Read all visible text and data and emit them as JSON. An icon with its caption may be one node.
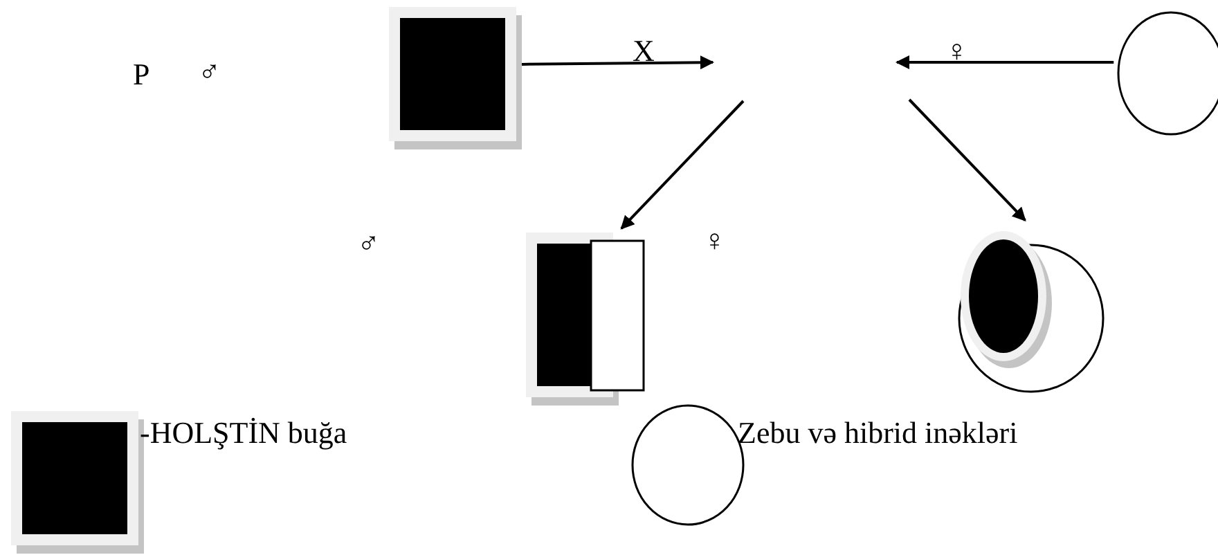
{
  "diagram": {
    "nodes": [
      {
        "text": [],
        "shape": "box"
      },
      {
        "text": [],
        "shape": "circle"
      },
      {
        "text": [],
        "shape": "box"
      },
      {
        "text": [],
        "shape": "circle"
      },
      {
        "text": [],
        "shape": "box"
      },
      {
        "text": [],
        "shape": "circle"
      }
    ],
    "edges": [
      {
        "from": 0,
        "to": null,
        "arrow": "to"
      },
      {
        "from": 1,
        "to": null,
        "arrow": "to"
      },
      {
        "from": null,
        "to": 2,
        "arrow": "to"
      },
      {
        "from": null,
        "to": 3,
        "arrow": "to"
      }
    ],
    "labels": [
      "P",
      "♂",
      "X",
      "♀",
      "♂",
      "♀"
    ],
    "legend": [
      {
        "text": "-HOLŞTİN buğa"
      },
      {
        "text": "Zebu və hibrid inəkləri"
      }
    ]
  }
}
